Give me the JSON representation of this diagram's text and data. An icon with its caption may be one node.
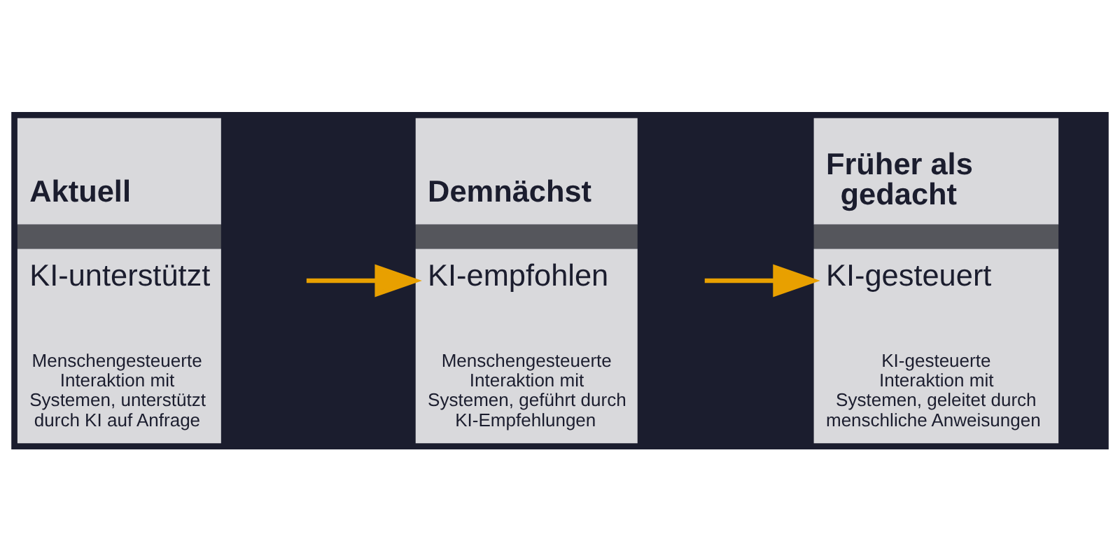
{
  "diagram": {
    "nodes": [
      {
        "text": [
          "Aktuell",
          "KI-unterstützt",
          "Menschengesteuerte Interaktion mit Systemen, unterstützt durch KI auf Anfrage"
        ]
      },
      {
        "text": [
          "Demnächst",
          "KI-empfohlen",
          "Menschengesteuerte Interaktion mit Systemen, geführt durch KI-Empfehlungen"
        ]
      },
      {
        "text": [
          "Früher als gedacht",
          "KI-gesteuert",
          "KI-gesteuerte Interaktion mit Systemen, geleitet durch menschliche Anweisungen"
        ]
      }
    ],
    "edges": [
      {
        "from": 0,
        "to": 1,
        "arrow": "to"
      },
      {
        "from": 1,
        "to": 2,
        "arrow": "to"
      }
    ]
  }
}
